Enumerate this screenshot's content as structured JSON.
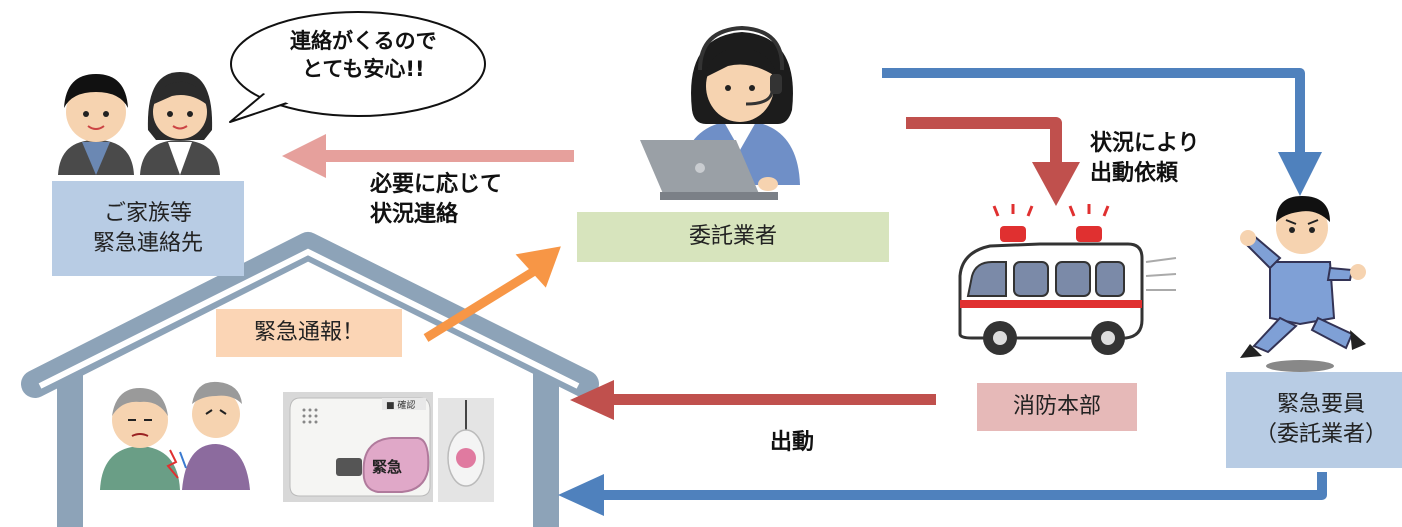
{
  "speech_bubble": {
    "line1": "連絡がくるので",
    "line2": "とても安心!!"
  },
  "family_box": {
    "line1": "ご家族等",
    "line2": "緊急連絡先"
  },
  "contractor_box": {
    "label": "委託業者"
  },
  "fire_box": {
    "label": "消防本部"
  },
  "responder_box": {
    "line1": "緊急要員",
    "line2": "（委託業者）"
  },
  "alarm_box": {
    "label": "緊急通報！"
  },
  "labels": {
    "situation_contact_1": "必要に応じて",
    "situation_contact_2": "状況連絡",
    "dispatch_request_1": "状況により",
    "dispatch_request_2": "出動依頼",
    "dispatch": "出動"
  },
  "device": {
    "button_label": "緊急",
    "corner_label": "■ 確認"
  },
  "colors": {
    "blue_arrow": "#4f81bd",
    "red_arrow": "#c0504d",
    "pink_arrow": "#e6a09c",
    "orange_arrow": "#f79646",
    "family_box_fill": "#b8cce4",
    "contractor_box_fill": "#d7e4bd",
    "fire_box_fill": "#e6b9b8",
    "alarm_box_fill": "#fbd5b5",
    "house_outline": "#8da3b8"
  },
  "icons": [
    "operator-icon",
    "family-couple-icon",
    "ambulance-icon",
    "running-worker-icon",
    "elderly-couple-icon",
    "alarm-device-icon",
    "pendant-button-icon"
  ]
}
